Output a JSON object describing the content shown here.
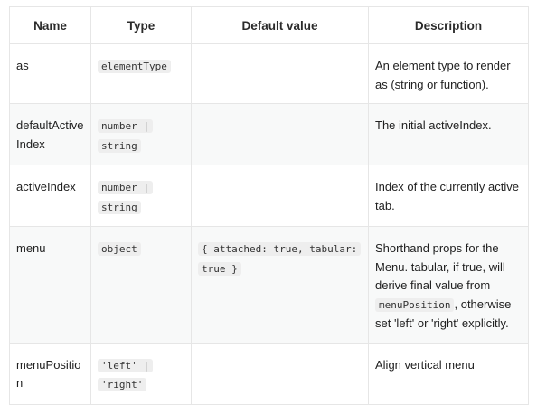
{
  "table": {
    "headers": [
      "Name",
      "Type",
      "Default value",
      "Description"
    ],
    "rows": [
      {
        "name": "as",
        "type": "elementType",
        "default": "",
        "description": "An element type to render as (string or function)."
      },
      {
        "name": "defaultActiveIndex",
        "type": "number | string",
        "default": "",
        "description": "The initial activeIndex."
      },
      {
        "name": "activeIndex",
        "type": "number | string",
        "default": "",
        "description": "Index of the currently active tab."
      },
      {
        "name": "menu",
        "type": "object",
        "default": "{ attached: true, tabular: true }",
        "description_before": "Shorthand props for the Menu. tabular, if true, will derive final value from",
        "description_code": "menuPosition",
        "description_after": ", otherwise set 'left' or 'right' explicitly."
      },
      {
        "name": "menuPosition",
        "type": "'left' | 'right'",
        "default": "",
        "description": "Align vertical menu"
      }
    ]
  }
}
